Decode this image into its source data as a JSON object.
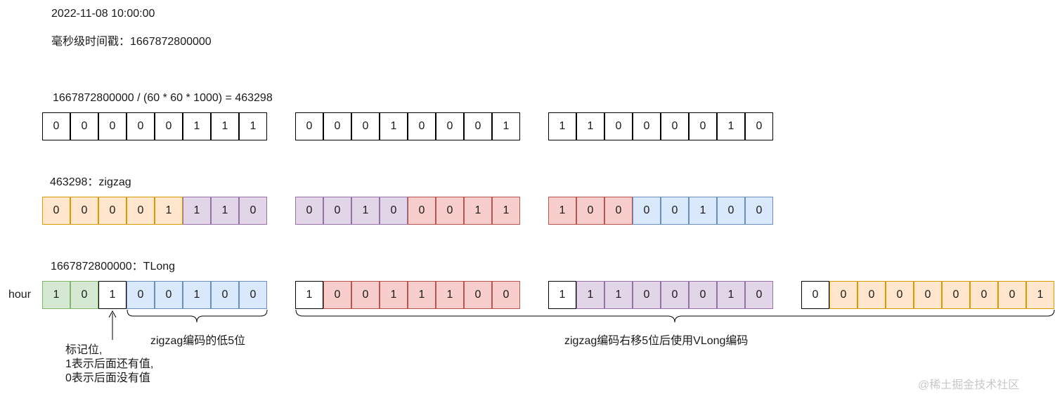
{
  "header": {
    "datetime": "2022-11-08 10:00:00",
    "timestamp": "毫秒级时间戳：1667872800000",
    "formula": "1667872800000 / (60 * 60 * 1000) = 463298"
  },
  "section_zigzag": {
    "label": "463298：zigzag"
  },
  "section_tlong": {
    "label": "1667872800000：TLong",
    "row_label": "hour"
  },
  "row_binary": {
    "groups": [
      {
        "bits": [
          "0",
          "0",
          "0",
          "0",
          "0",
          "1",
          "1",
          "1"
        ],
        "colors": [
          "white",
          "white",
          "white",
          "white",
          "white",
          "white",
          "white",
          "white"
        ]
      },
      {
        "bits": [
          "0",
          "0",
          "0",
          "1",
          "0",
          "0",
          "0",
          "1"
        ],
        "colors": [
          "white",
          "white",
          "white",
          "white",
          "white",
          "white",
          "white",
          "white"
        ]
      },
      {
        "bits": [
          "1",
          "1",
          "0",
          "0",
          "0",
          "0",
          "1",
          "0"
        ],
        "colors": [
          "white",
          "white",
          "white",
          "white",
          "white",
          "white",
          "white",
          "white"
        ]
      }
    ]
  },
  "row_zigzag": {
    "groups": [
      {
        "bits": [
          "0",
          "0",
          "0",
          "0",
          "1",
          "1",
          "1",
          "0"
        ],
        "colors": [
          "orange",
          "orange",
          "orange",
          "orange",
          "orange",
          "purple",
          "purple",
          "purple"
        ]
      },
      {
        "bits": [
          "0",
          "0",
          "1",
          "0",
          "0",
          "0",
          "1",
          "1"
        ],
        "colors": [
          "purple",
          "purple",
          "purple",
          "purple",
          "red",
          "red",
          "red",
          "red"
        ]
      },
      {
        "bits": [
          "1",
          "0",
          "0",
          "0",
          "0",
          "1",
          "0",
          "0"
        ],
        "colors": [
          "red",
          "red",
          "red",
          "blue",
          "blue",
          "blue",
          "blue",
          "blue"
        ]
      }
    ]
  },
  "row_tlong": {
    "groups": [
      {
        "bits": [
          "1",
          "0",
          "1",
          "0",
          "0",
          "1",
          "0",
          "0"
        ],
        "colors": [
          "green",
          "green",
          "white",
          "blue",
          "blue",
          "blue",
          "blue",
          "blue"
        ]
      },
      {
        "bits": [
          "1",
          "0",
          "0",
          "1",
          "1",
          "1",
          "0",
          "0"
        ],
        "colors": [
          "white",
          "red",
          "red",
          "red",
          "red",
          "red",
          "red",
          "red"
        ]
      },
      {
        "bits": [
          "1",
          "1",
          "1",
          "0",
          "0",
          "0",
          "1",
          "0"
        ],
        "colors": [
          "white",
          "purple",
          "purple",
          "purple",
          "purple",
          "purple",
          "purple",
          "purple"
        ]
      },
      {
        "bits": [
          "0",
          "0",
          "0",
          "0",
          "0",
          "0",
          "0",
          "0",
          "1"
        ],
        "colors": [
          "white",
          "orange",
          "orange",
          "orange",
          "orange",
          "orange",
          "orange",
          "orange",
          "orange"
        ]
      }
    ]
  },
  "annotations": {
    "low5": "zigzag编码的低5位",
    "vlong": "zigzag编码右移5位后使用VLong编码",
    "flag_lines": [
      "标记位,",
      "1表示后面还有值,",
      "0表示后面没有值"
    ]
  },
  "watermark": "@稀土掘金技术社区",
  "colors": {
    "white": "#ffffff",
    "orange": "#ffe6cc",
    "purple": "#e1d5e7",
    "red": "#f8cecc",
    "blue": "#dae8fc",
    "green": "#d5e8d4"
  }
}
